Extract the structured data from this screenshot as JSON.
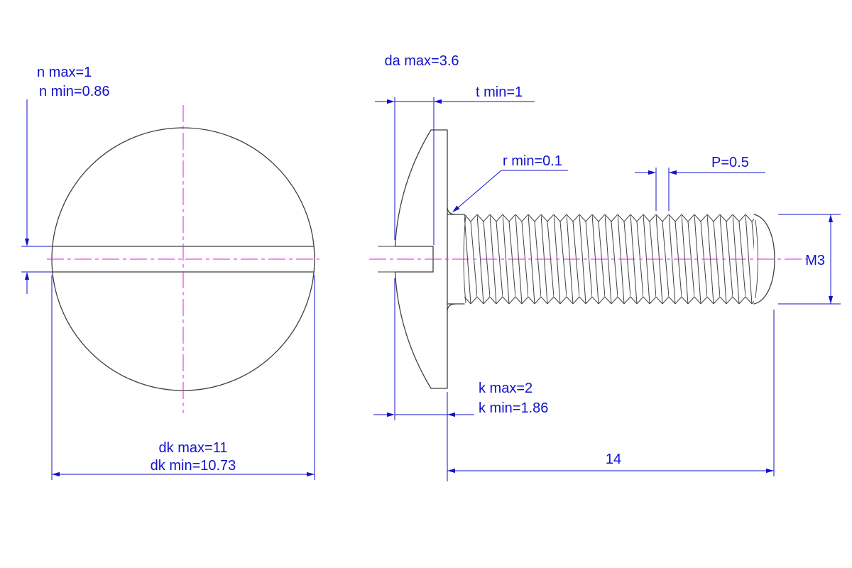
{
  "front_view": {
    "n_dim": {
      "line1": "n max=1",
      "line2": "n min=0.86"
    },
    "dk_dim": {
      "line1": "dk max=11",
      "line2": "dk min=10.73"
    }
  },
  "side_view": {
    "da_dim": "da max=3.6",
    "t_dim": "t min=1",
    "r_dim": "r min=0.1",
    "pitch_dim": "P=0.5",
    "thread_dim": "M3",
    "k_dim": {
      "line1": "k max=2",
      "line2": "k min=1.86"
    },
    "length_dim": "14"
  },
  "colors": {
    "dimension": "#1212cc",
    "centerline": "#e818e8",
    "outline": "#3f3f3f",
    "background": "#ffffff"
  }
}
